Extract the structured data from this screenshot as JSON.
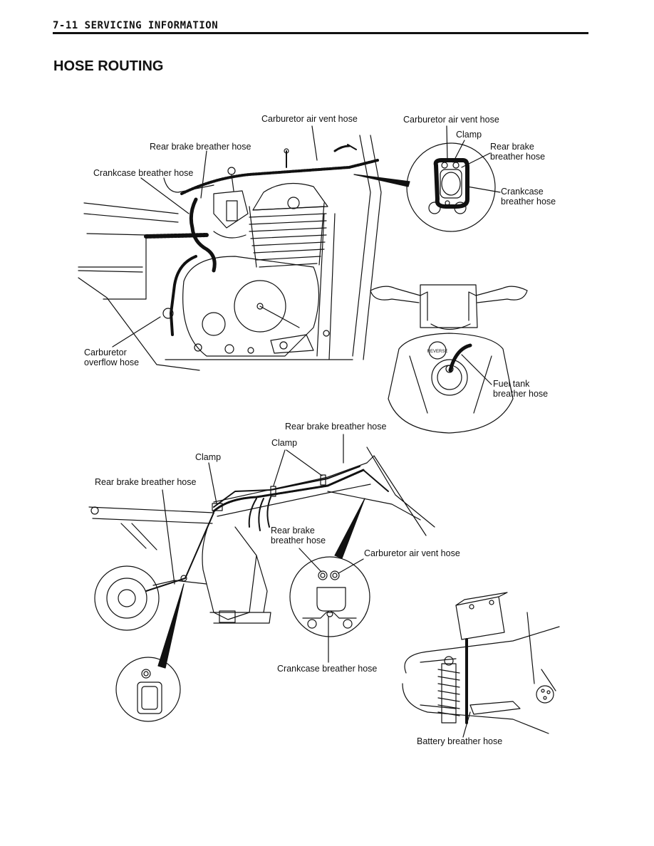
{
  "header": {
    "section": "7-11 SERVICING INFORMATION"
  },
  "page_title": "HOSE ROUTING",
  "engine_view": {
    "labels": {
      "carb_air_vent": "Carburetor air vent hose",
      "rear_brake_breather": "Rear brake breather hose",
      "crankcase_breather": "Crankcase breather hose",
      "carb_overflow_1": "Carburetor",
      "carb_overflow_2": "overflow hose"
    }
  },
  "engine_detail": {
    "labels": {
      "carb_air_vent": "Carburetor air vent hose",
      "clamp": "Clamp",
      "rear_brake_1": "Rear brake",
      "rear_brake_2": "breather hose",
      "crankcase_1": "Crankcase",
      "crankcase_2": "breather hose"
    }
  },
  "fuel_tank_view": {
    "cap_text": "REVERSE",
    "labels": {
      "fuel_tank_1": "Fuel tank",
      "fuel_tank_2": "breather hose"
    }
  },
  "frame_view": {
    "labels": {
      "rear_brake_breather_top": "Rear brake breather hose",
      "clamp_right": "Clamp",
      "clamp_left": "Clamp",
      "rear_brake_breather_left": "Rear brake breather hose",
      "rear_brake_1": "Rear brake",
      "rear_brake_2": "breather hose",
      "carb_air_vent": "Carburetor air vent hose",
      "crankcase_breather": "Crankcase breather hose"
    }
  },
  "battery_view": {
    "labels": {
      "battery_breather": "Battery breather hose"
    }
  }
}
